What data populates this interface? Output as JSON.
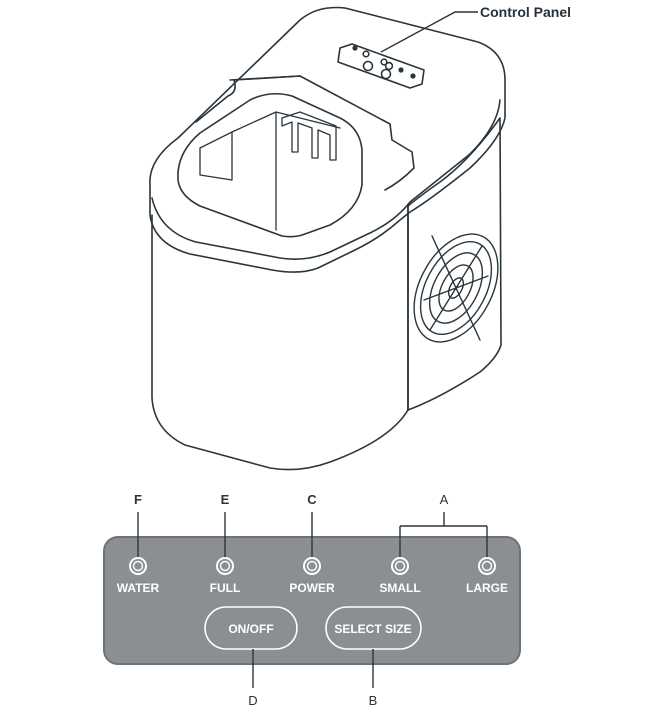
{
  "callout": {
    "control_panel": "Control Panel"
  },
  "indicators": [
    {
      "letter": "F",
      "label": "WATER"
    },
    {
      "letter": "E",
      "label": "FULL"
    },
    {
      "letter": "C",
      "label": "POWER"
    },
    {
      "label": "SMALL"
    },
    {
      "label": "LARGE"
    }
  ],
  "group_letter": "A",
  "buttons": [
    {
      "letter": "D",
      "label": "ON/OFF"
    },
    {
      "letter": "B",
      "label": "SELECT SIZE"
    }
  ],
  "colors": {
    "line": "#2b353c",
    "panel": "#8c8f92",
    "panel_border": "#6e7276",
    "white": "#ffffff"
  }
}
